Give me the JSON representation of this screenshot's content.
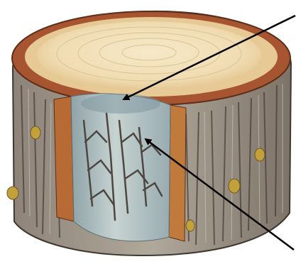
{
  "figure": {
    "subject": "cross-section-of-tree-log-with-bark-cut-away",
    "colors": {
      "bark_light": "#9c9286",
      "bark_dark": "#4a4038",
      "bark_rim": "#a65530",
      "heartwood": "#f3e2bd",
      "sapwood_ring": "#e6c994",
      "exposed_wood": "#9fb2b6",
      "exposed_wood_light": "#c8d4d2",
      "cut_edge": "#c07a3c",
      "fungus_lines": "#4e4740",
      "spots": "#c2a03a",
      "arrows": "#000000"
    },
    "arrows": [
      {
        "name": "upper-pointer",
        "label": ""
      },
      {
        "name": "lower-pointer",
        "label": ""
      }
    ]
  }
}
